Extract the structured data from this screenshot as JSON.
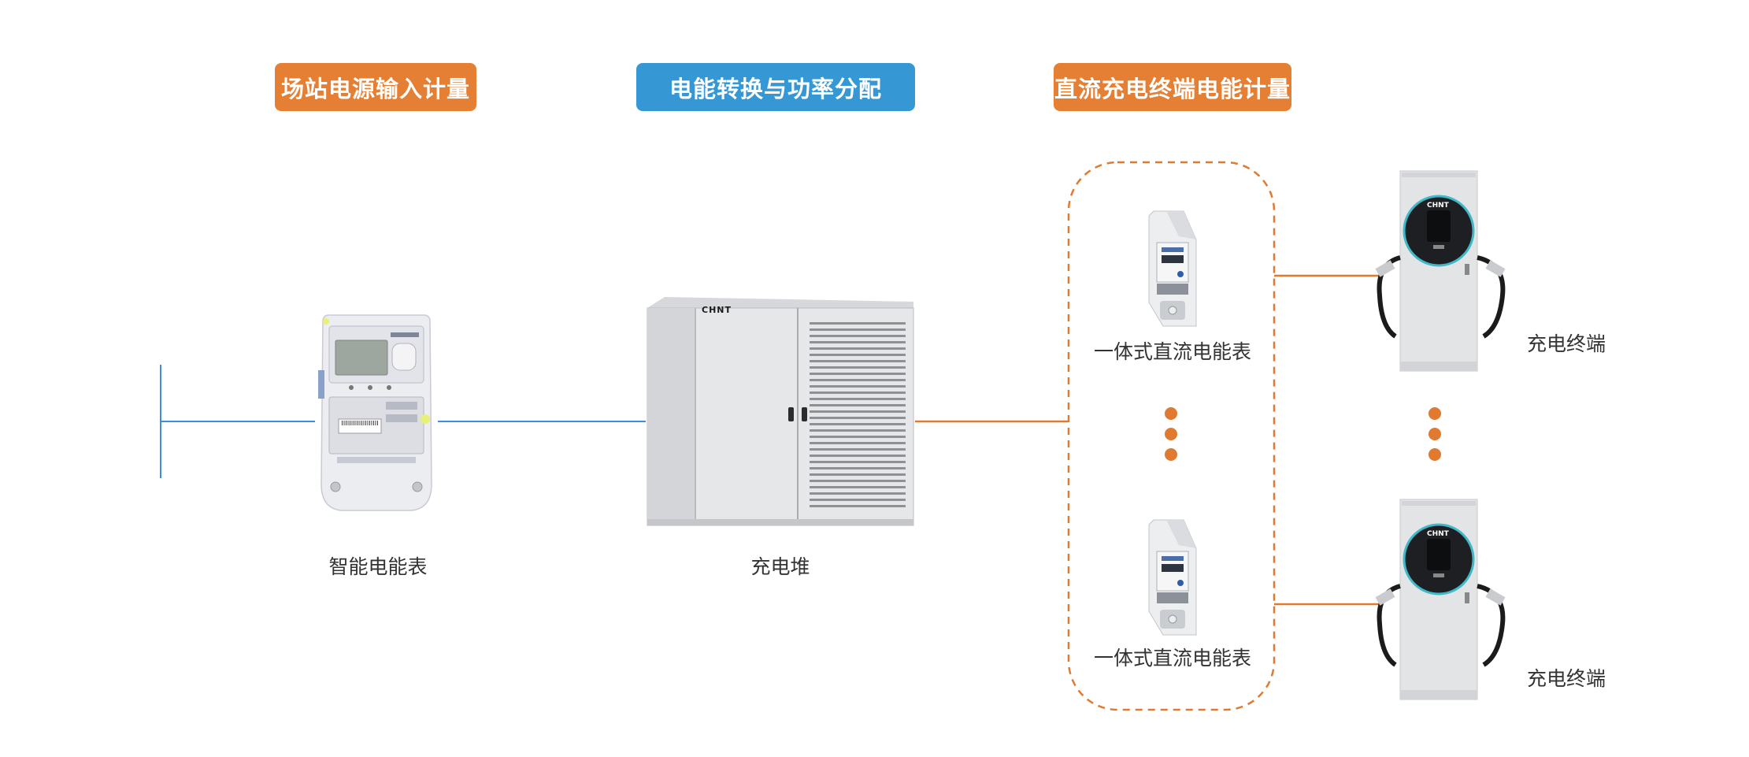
{
  "headers": {
    "left": "场站电源输入计量",
    "middle": "电能转换与功率分配",
    "right": "直流充电终端电能计量"
  },
  "labels": {
    "smart_meter": "智能电能表",
    "charging_stack": "充电堆",
    "dc_meter_top": "一体式直流电能表",
    "dc_meter_bottom": "一体式直流电能表",
    "terminal_top": "充电终端",
    "terminal_bottom": "充电终端"
  },
  "brand": {
    "stack_logo": "CHNT",
    "terminal_logo": "CHNT"
  },
  "colors": {
    "orange": "#E57F33",
    "blue": "#3598D4",
    "line_blue": "#3A8FE0",
    "line_orange": "#E07A30",
    "dot_orange": "#E07A30"
  }
}
